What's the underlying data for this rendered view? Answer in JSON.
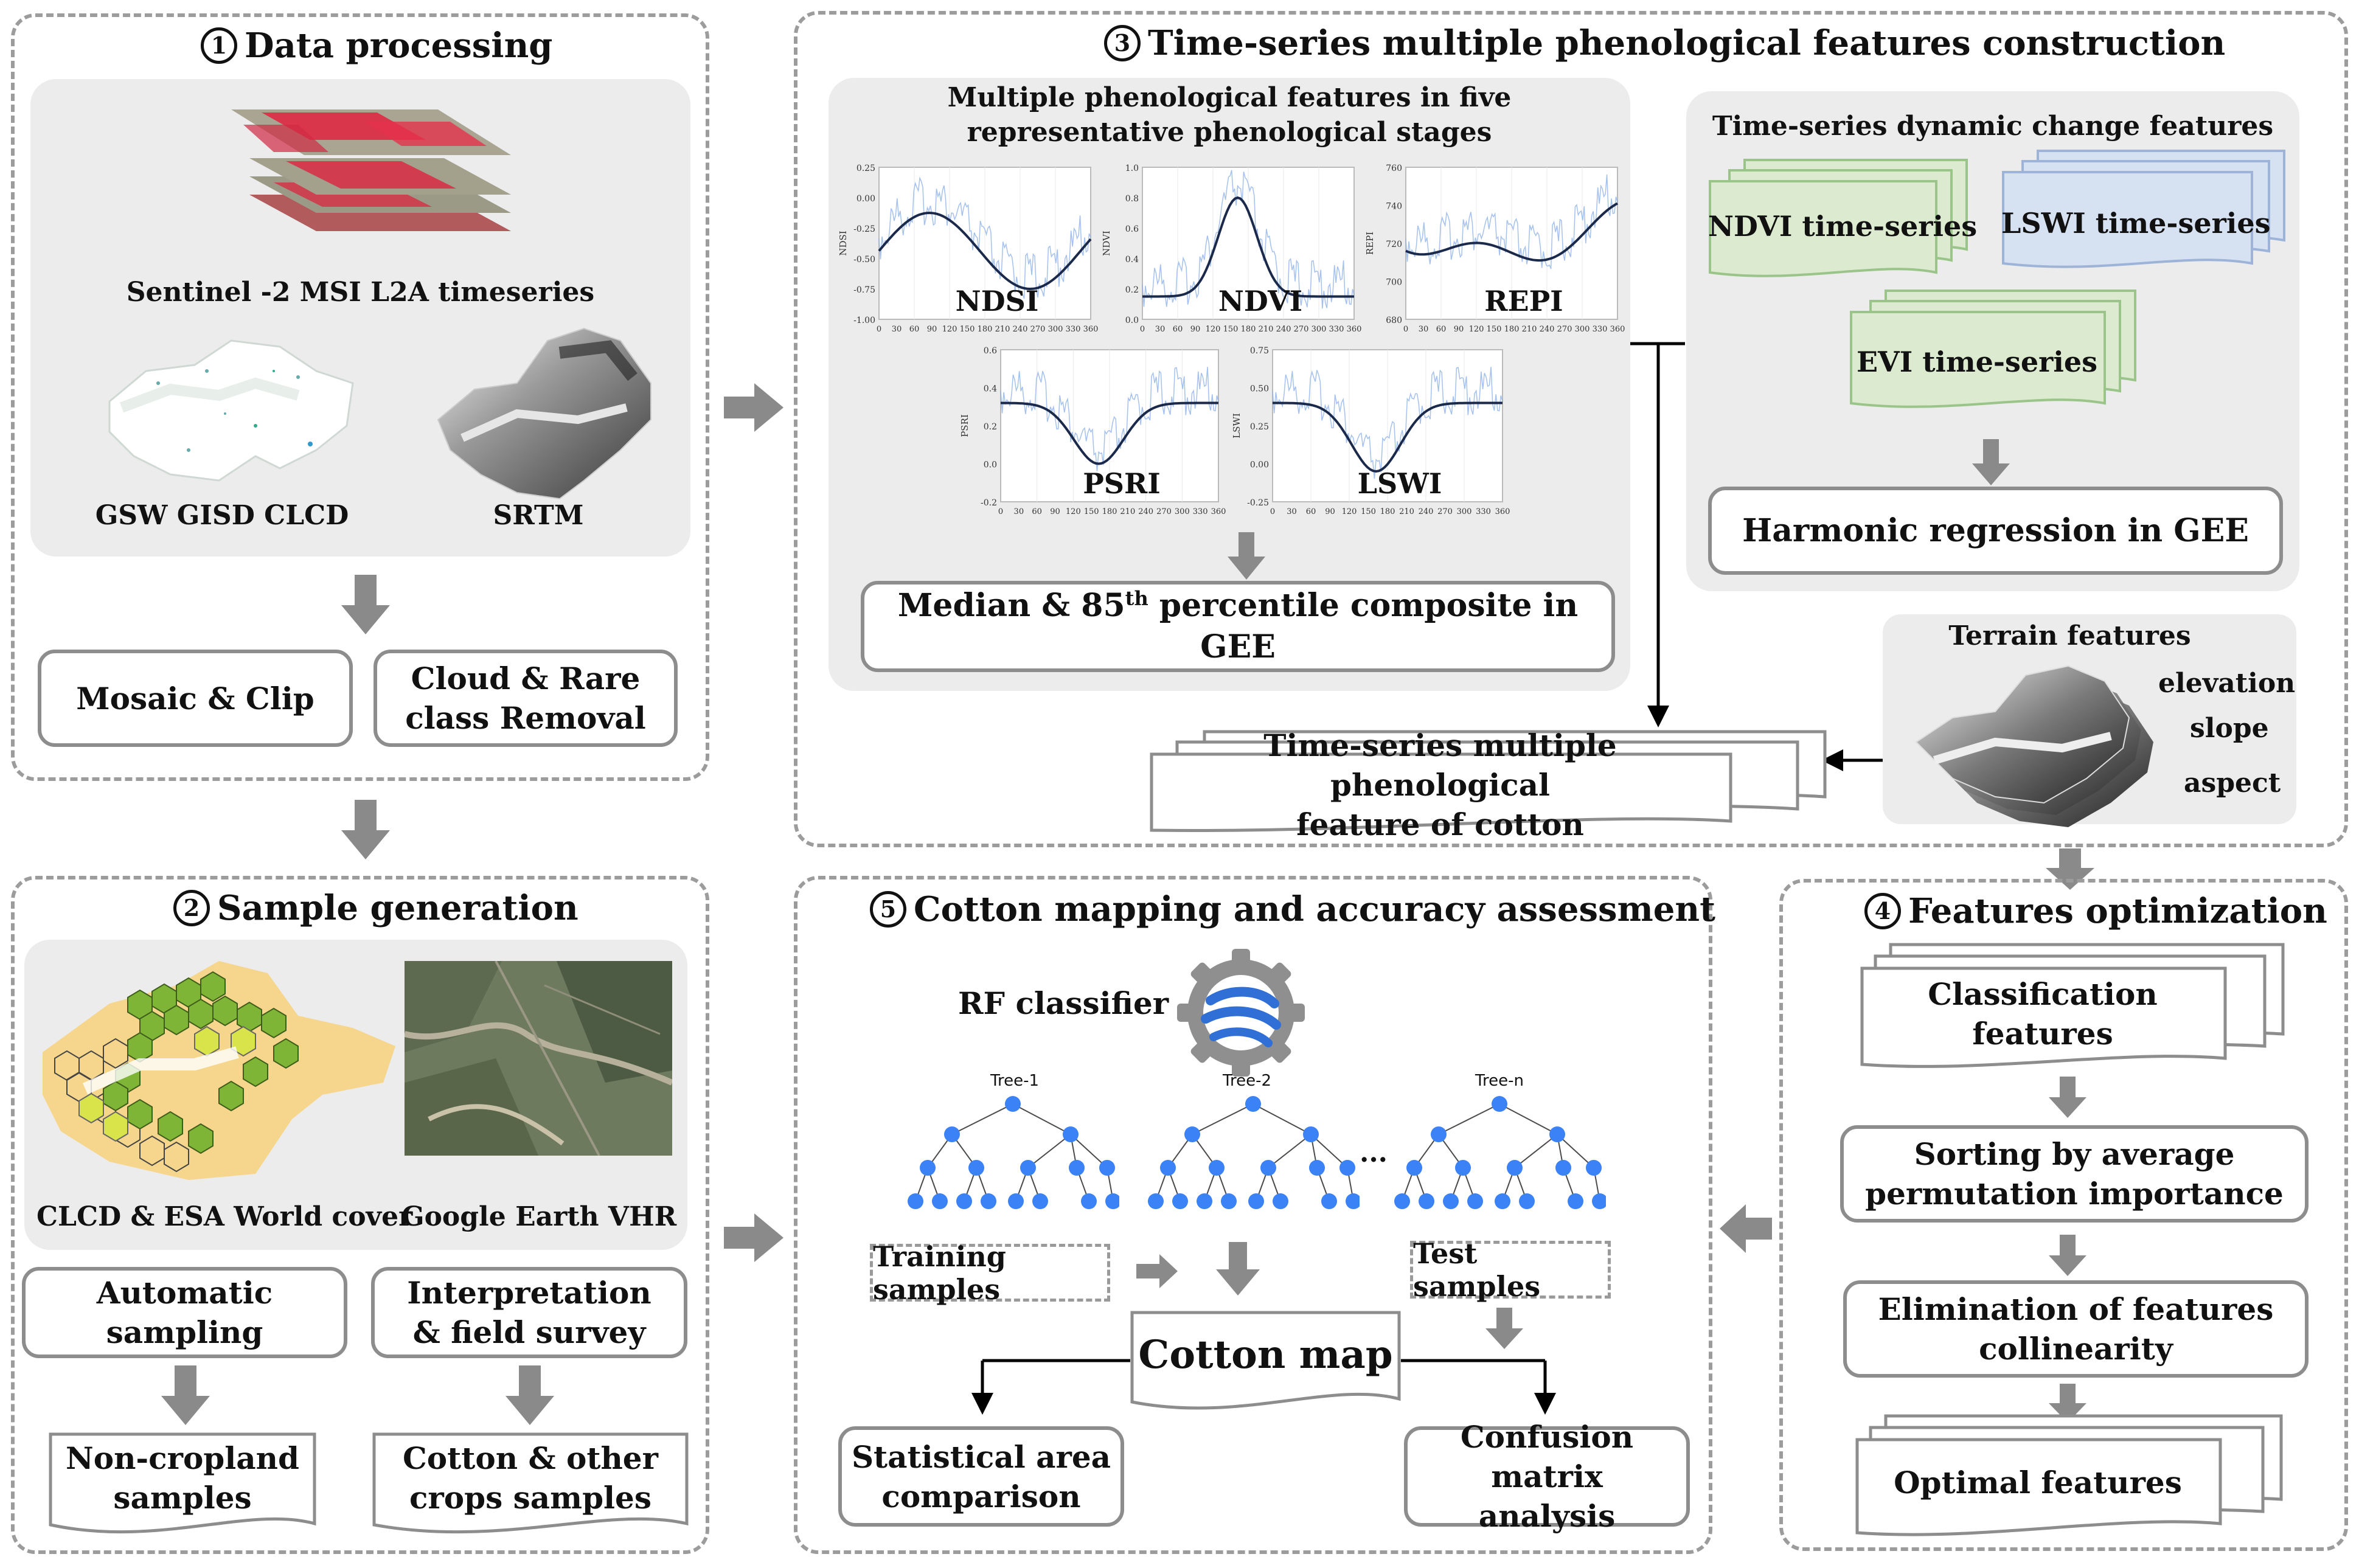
{
  "colors": {
    "panel_border": "#9c9c9c",
    "gray_box": "#ececec",
    "arrow_gray": "#8a8a8a",
    "green_doc": "#dcebd0",
    "blue_doc": "#d6e1f1",
    "tree_node": "#3b82f6",
    "gee_blue": "#2f6fd6"
  },
  "s1": {
    "num": "1",
    "title": "Data processing",
    "sentinel_label": "Sentinel -2 MSI L2A timeseries",
    "gsw_label": "GSW GISD CLCD",
    "srtm_label": "SRTM",
    "mosaic": "Mosaic & Clip",
    "cloud": [
      "Cloud & Rare",
      "class Removal"
    ]
  },
  "s2": {
    "num": "2",
    "title": "Sample generation",
    "map_label": "CLCD & ESA World cover",
    "ge_label": "Google Earth VHR",
    "auto": [
      "Automatic",
      "sampling"
    ],
    "interp": [
      "Interpretation",
      "& field survey"
    ],
    "noncrop": [
      "Non-cropland",
      "samples"
    ],
    "cotton": [
      "Cotton & other",
      "crops samples"
    ]
  },
  "s3": {
    "num": "3",
    "title": "Time-series multiple phenological features construction",
    "multi_title": [
      "Multiple phenological features in five",
      "representative phenological stages"
    ],
    "median": "Median & 85",
    "median_sup": "th",
    "median_rest": " percentile composite in GEE",
    "dyn_title": "Time-series dynamic change features",
    "ndvi_ts": "NDVI time-series",
    "lswi_ts": "LSWI time-series",
    "evi_ts": "EVI time-series",
    "harmonic": "Harmonic regression in GEE",
    "terrain_title": "Terrain features",
    "elevation": "elevation",
    "slope": "slope",
    "aspect": "aspect",
    "tsfeat": [
      "Time-series multiple phenological",
      "feature of cotton"
    ]
  },
  "s4": {
    "num": "4",
    "title": "Features optimization",
    "classfeat": "Classification features",
    "sorting": [
      "Sorting by average",
      "permutation importance"
    ],
    "elim": [
      "Elimination of  features",
      "collinearity"
    ],
    "optimal": "Optimal features"
  },
  "s5": {
    "num": "5",
    "title": "Cotton mapping and accuracy assessment",
    "rf": "RF classifier",
    "tree1": "Tree-1",
    "tree2": "Tree-2",
    "treen": "Tree-n",
    "dots": "...",
    "training": "Training samples",
    "test": "Test samples",
    "cotton_map": "Cotton map",
    "stat": [
      "Statistical area",
      "comparison"
    ],
    "confusion": [
      "Confusion matrix",
      "analysis"
    ]
  },
  "plots": [
    {
      "name": "NDSI",
      "ylabel": "NDSI",
      "yticks": [
        "0.25",
        "0.00",
        "-0.25",
        "-0.50",
        "-0.75",
        "-1.00"
      ]
    },
    {
      "name": "NDVI",
      "ylabel": "NDVI",
      "yticks": [
        "1.0",
        "0.8",
        "0.6",
        "0.4",
        "0.2",
        "0.0"
      ]
    },
    {
      "name": "REPI",
      "ylabel": "REPI",
      "yticks": [
        "760",
        "740",
        "720",
        "700",
        "680"
      ]
    },
    {
      "name": "PSRI",
      "ylabel": "PSRI",
      "yticks": [
        "0.6",
        "0.4",
        "0.2",
        "0.0",
        "-0.2"
      ]
    },
    {
      "name": "LSWI",
      "ylabel": "LSWI",
      "yticks": [
        "0.75",
        "0.50",
        "0.25",
        "0.00",
        "-0.25"
      ]
    }
  ],
  "xticks": [
    "0",
    "30",
    "60",
    "90",
    "120",
    "150",
    "180",
    "210",
    "240",
    "270",
    "300",
    "330",
    "360"
  ]
}
